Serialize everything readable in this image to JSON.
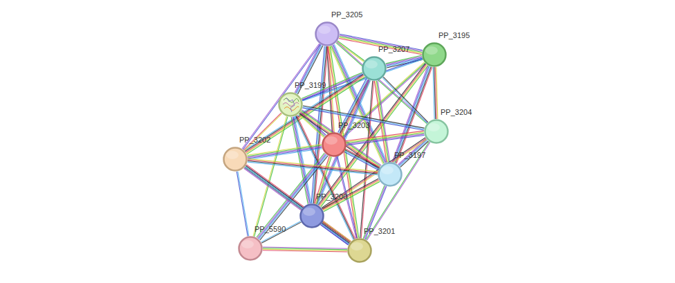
{
  "diagram": {
    "nodes": [
      {
        "text": [
          "PP_3205"
        ]
      },
      {
        "text": [
          "PP_3195"
        ]
      },
      {
        "text": [
          "PP_3207"
        ]
      },
      {
        "text": [
          "PP_3199"
        ]
      },
      {
        "text": [
          "PP_3204"
        ]
      },
      {
        "text": [
          "PP_3203"
        ]
      },
      {
        "text": [
          "PP_3202"
        ]
      },
      {
        "text": [
          "PP_3197"
        ]
      },
      {
        "text": [
          "PP_3200"
        ]
      },
      {
        "text": [
          "PP_5590"
        ]
      },
      {
        "text": [
          "PP_3201"
        ]
      }
    ],
    "edges": [
      {
        "from": 0,
        "to": 2,
        "arrow": "none"
      },
      {
        "from": 0,
        "to": 1,
        "arrow": "none"
      },
      {
        "from": 0,
        "to": 3,
        "arrow": "none"
      },
      {
        "from": 0,
        "to": 5,
        "arrow": "none"
      },
      {
        "from": 0,
        "to": 4,
        "arrow": "none"
      },
      {
        "from": 0,
        "to": 7,
        "arrow": "none"
      },
      {
        "from": 0,
        "to": 8,
        "arrow": "none"
      },
      {
        "from": 0,
        "to": 10,
        "arrow": "none"
      },
      {
        "from": 0,
        "to": 6,
        "arrow": "none"
      },
      {
        "from": 1,
        "to": 2,
        "arrow": "none"
      },
      {
        "from": 1,
        "to": 4,
        "arrow": "none"
      },
      {
        "from": 1,
        "to": 5,
        "arrow": "none"
      },
      {
        "from": 1,
        "to": 3,
        "arrow": "none"
      },
      {
        "from": 1,
        "to": 7,
        "arrow": "none"
      },
      {
        "from": 1,
        "to": 8,
        "arrow": "none"
      },
      {
        "from": 2,
        "to": 3,
        "arrow": "none"
      },
      {
        "from": 2,
        "to": 4,
        "arrow": "none"
      },
      {
        "from": 2,
        "to": 5,
        "arrow": "none"
      },
      {
        "from": 2,
        "to": 7,
        "arrow": "none"
      },
      {
        "from": 2,
        "to": 8,
        "arrow": "none"
      },
      {
        "from": 2,
        "to": 10,
        "arrow": "none"
      },
      {
        "from": 2,
        "to": 6,
        "arrow": "none"
      },
      {
        "from": 3,
        "to": 5,
        "arrow": "none"
      },
      {
        "from": 3,
        "to": 4,
        "arrow": "none"
      },
      {
        "from": 3,
        "to": 6,
        "arrow": "none"
      },
      {
        "from": 3,
        "to": 7,
        "arrow": "none"
      },
      {
        "from": 3,
        "to": 8,
        "arrow": "none"
      },
      {
        "from": 3,
        "to": 10,
        "arrow": "none"
      },
      {
        "from": 3,
        "to": 9,
        "arrow": "none"
      },
      {
        "from": 4,
        "to": 5,
        "arrow": "none"
      },
      {
        "from": 4,
        "to": 7,
        "arrow": "none"
      },
      {
        "from": 4,
        "to": 8,
        "arrow": "none"
      },
      {
        "from": 4,
        "to": 10,
        "arrow": "none"
      },
      {
        "from": 5,
        "to": 6,
        "arrow": "none"
      },
      {
        "from": 5,
        "to": 7,
        "arrow": "none"
      },
      {
        "from": 5,
        "to": 8,
        "arrow": "none"
      },
      {
        "from": 5,
        "to": 10,
        "arrow": "none"
      },
      {
        "from": 5,
        "to": 9,
        "arrow": "none"
      },
      {
        "from": 6,
        "to": 7,
        "arrow": "none"
      },
      {
        "from": 6,
        "to": 8,
        "arrow": "none"
      },
      {
        "from": 6,
        "to": 9,
        "arrow": "none"
      },
      {
        "from": 6,
        "to": 10,
        "arrow": "none"
      },
      {
        "from": 7,
        "to": 8,
        "arrow": "none"
      },
      {
        "from": 7,
        "to": 10,
        "arrow": "none"
      },
      {
        "from": 8,
        "to": 9,
        "arrow": "none"
      },
      {
        "from": 8,
        "to": 10,
        "arrow": "none"
      },
      {
        "from": 9,
        "to": 10,
        "arrow": "none"
      }
    ]
  }
}
